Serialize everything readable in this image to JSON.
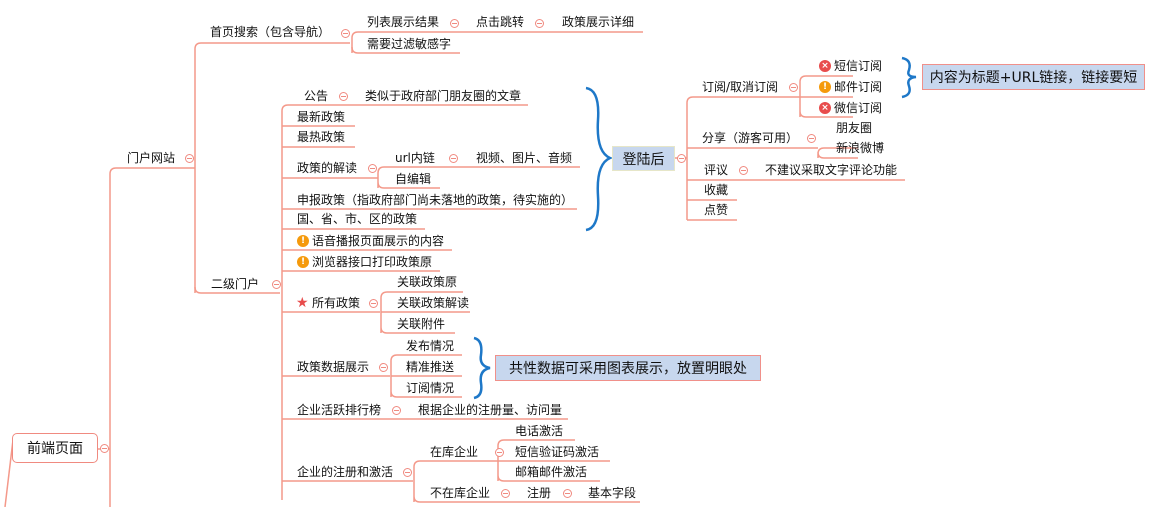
{
  "root": "前端页面",
  "portal": {
    "label": "门户网站",
    "search": {
      "label": "首页搜索（包含导航）",
      "list": "列表展示结果",
      "click": "点击跳转",
      "detail": "政策展示详细",
      "filter": "需要过滤敏感字"
    },
    "secondary": {
      "label": "二级门户",
      "notice": "公告",
      "notice_desc": "类似于政府部门朋友圈的文章",
      "newest": "最新政策",
      "hottest": "最热政策",
      "interpret": "政策的解读",
      "url_link": "url内链",
      "media": "视频、图片、音频",
      "self_edit": "自编辑",
      "declare": "申报政策（指政府部门尚未落地的政策，待实施的）",
      "regional": "国、省、市、区的政策",
      "voice": "语音播报页面展示的内容",
      "print": "浏览器接口打印政策原",
      "all_policy": "所有政策",
      "rel_source": "关联政策原",
      "rel_interpret": "关联政策解读",
      "rel_attach": "关联附件",
      "data_show": "政策数据展示",
      "publish": "发布情况",
      "push": "精准推送",
      "subscribe_stat": "订阅情况",
      "data_note": "共性数据可采用图表展示，放置明眼处",
      "ranking": "企业活跃排行榜",
      "ranking_desc": "根据企业的注册量、访问量",
      "register": "企业的注册和激活",
      "in_lib": "在库企业",
      "phone": "电话激活",
      "sms": "短信验证码激活",
      "email": "邮箱邮件激活",
      "not_in_lib": "不在库企业",
      "signup": "注册",
      "basic": "基本字段"
    }
  },
  "login": {
    "label": "登陆后",
    "subscribe": "订阅/取消订阅",
    "sms_sub": "短信订阅",
    "mail_sub": "邮件订阅",
    "wechat_sub": "微信订阅",
    "sub_note": "内容为标题+URL链接，链接要短",
    "share": "分享（游客可用）",
    "moments": "朋友圈",
    "weibo": "新浪微博",
    "comment": "评议",
    "comment_desc": "不建议采取文字评论功能",
    "favorite": "收藏",
    "like": "点赞"
  },
  "colors": {
    "line": "#f4998a",
    "note_fill": "#c7d7ee",
    "brace": "#1e78c8"
  }
}
